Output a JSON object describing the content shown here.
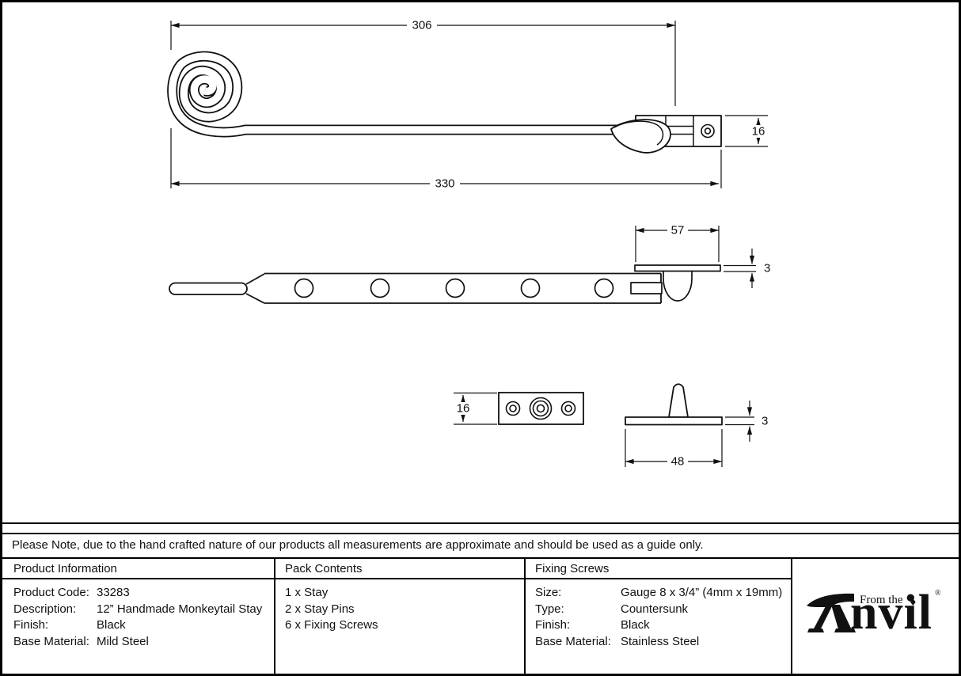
{
  "colors": {
    "ink": "#111111",
    "background": "#ffffff"
  },
  "drawing": {
    "dimensions": {
      "d306": "306",
      "d330": "330",
      "d16_keeper": "16",
      "d57": "57",
      "d3_keeper_plate": "3",
      "d16_pin_plate": "16",
      "d3_pin_plate": "3",
      "d48": "48"
    }
  },
  "disclaimer": "Please Note, due to the hand crafted nature of our products all measurements are approximate and should be used as a guide only.",
  "table": {
    "product_information": {
      "title": "Product Information",
      "rows": [
        {
          "label": "Product Code:",
          "value": "33283"
        },
        {
          "label": "Description:",
          "value": "12” Handmade Monkeytail Stay"
        },
        {
          "label": "Finish:",
          "value": "Black"
        },
        {
          "label": "Base Material:",
          "value": "Mild Steel"
        }
      ]
    },
    "pack_contents": {
      "title": "Pack Contents",
      "items": [
        "1 x Stay",
        "2 x Stay Pins",
        "6 x Fixing Screws"
      ]
    },
    "fixing_screws": {
      "title": "Fixing Screws",
      "rows": [
        {
          "label": "Size:",
          "value": "Gauge 8 x 3/4” (4mm x 19mm)"
        },
        {
          "label": "Type:",
          "value": "Countersunk"
        },
        {
          "label": "Finish:",
          "value": "Black"
        },
        {
          "label": "Base Material:",
          "value": "Stainless Steel"
        }
      ]
    },
    "brand": {
      "name": "Anvil",
      "name_rest": "nvil",
      "tagline": "From the",
      "diamond": "♦",
      "registered": "®"
    }
  }
}
